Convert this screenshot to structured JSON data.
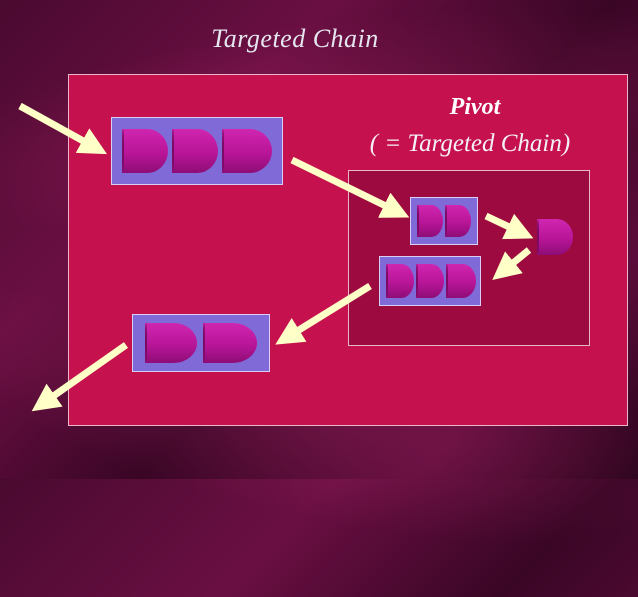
{
  "title": "Targeted Chain",
  "pivot": {
    "label": "Pivot",
    "sublabel": "( = Targeted Chain)"
  },
  "colors": {
    "panel": "#c5124f",
    "pivot_panel": "#9c0a40",
    "chain_box": "#7f6ad8",
    "cylinder": "#c61aa6",
    "cylinder_cap": "#f4a0e6",
    "arrow": "#ffffc8"
  },
  "chains": [
    {
      "name": "chain-input",
      "cylinders": 3
    },
    {
      "name": "chain-pivot-top",
      "cylinders": 2
    },
    {
      "name": "free-cylinder",
      "cylinders": 1
    },
    {
      "name": "chain-pivot-bottom",
      "cylinders": 3
    },
    {
      "name": "chain-output",
      "cylinders": 2
    }
  ]
}
